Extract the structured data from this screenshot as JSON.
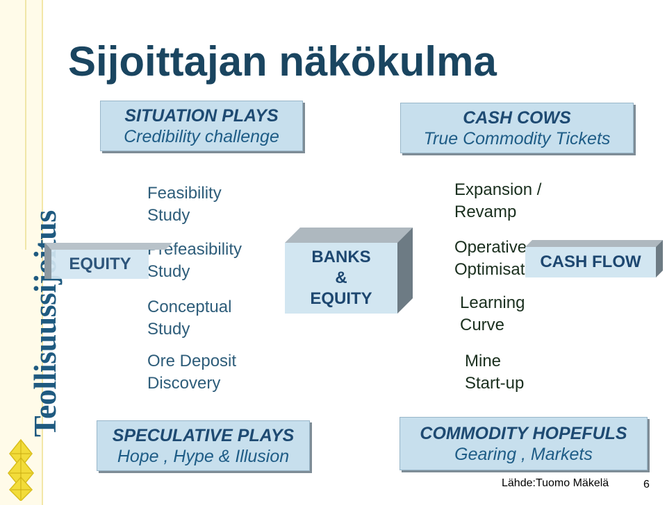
{
  "brand": {
    "name": "Teollisuussijoitus",
    "colors": {
      "text": "#1f5a80",
      "logo_fill": "#f2dc3a",
      "logo_stroke": "#d8bd1c",
      "strip": "#fffbe9"
    }
  },
  "title": "Sijoittajan näkökulma",
  "quadrants": {
    "top_left": {
      "heading": "SITUATION PLAYS",
      "subheading": "Credibility challenge"
    },
    "top_right": {
      "heading": "CASH COWS",
      "subheading": "True Commodity Tickets"
    },
    "bottom_left": {
      "heading": "SPECULATIVE PLAYS",
      "subheading": "Hope , Hype & Illusion"
    },
    "bottom_right": {
      "heading": "COMMODITY HOPEFULS",
      "subheading": "Gearing , Markets"
    }
  },
  "left_stages": [
    {
      "line1": "Feasibility",
      "line2": "Study"
    },
    {
      "line1": "Prefeasibility",
      "line2": "Study"
    },
    {
      "line1": "Conceptual",
      "line2": "Study"
    },
    {
      "line1": "Ore Deposit",
      "line2": "Discovery"
    }
  ],
  "right_stages": [
    {
      "line1": "Expansion /",
      "line2": "Revamp"
    },
    {
      "line1": "Operative",
      "line2": "Optimisation"
    },
    {
      "line1": "Learning",
      "line2": "Curve"
    },
    {
      "line1": "Mine",
      "line2": "Start-up"
    }
  ],
  "tags": {
    "equity": "EQUITY",
    "banks": {
      "line1": "BANKS",
      "line2": "&",
      "line3": "EQUITY"
    },
    "cash_flow": "CASH FLOW"
  },
  "footer": {
    "source": "Lähde:Tuomo Mäkelä",
    "page_number": "6"
  },
  "colors": {
    "title": "#1a4560",
    "panel_fill": "#c7dfed",
    "panel_heading": "#1e4a72",
    "tag_face": "#d2e6f1",
    "tag_bevel_dark": "#6d7b84",
    "tag_bevel_light": "#b8c2c9"
  }
}
